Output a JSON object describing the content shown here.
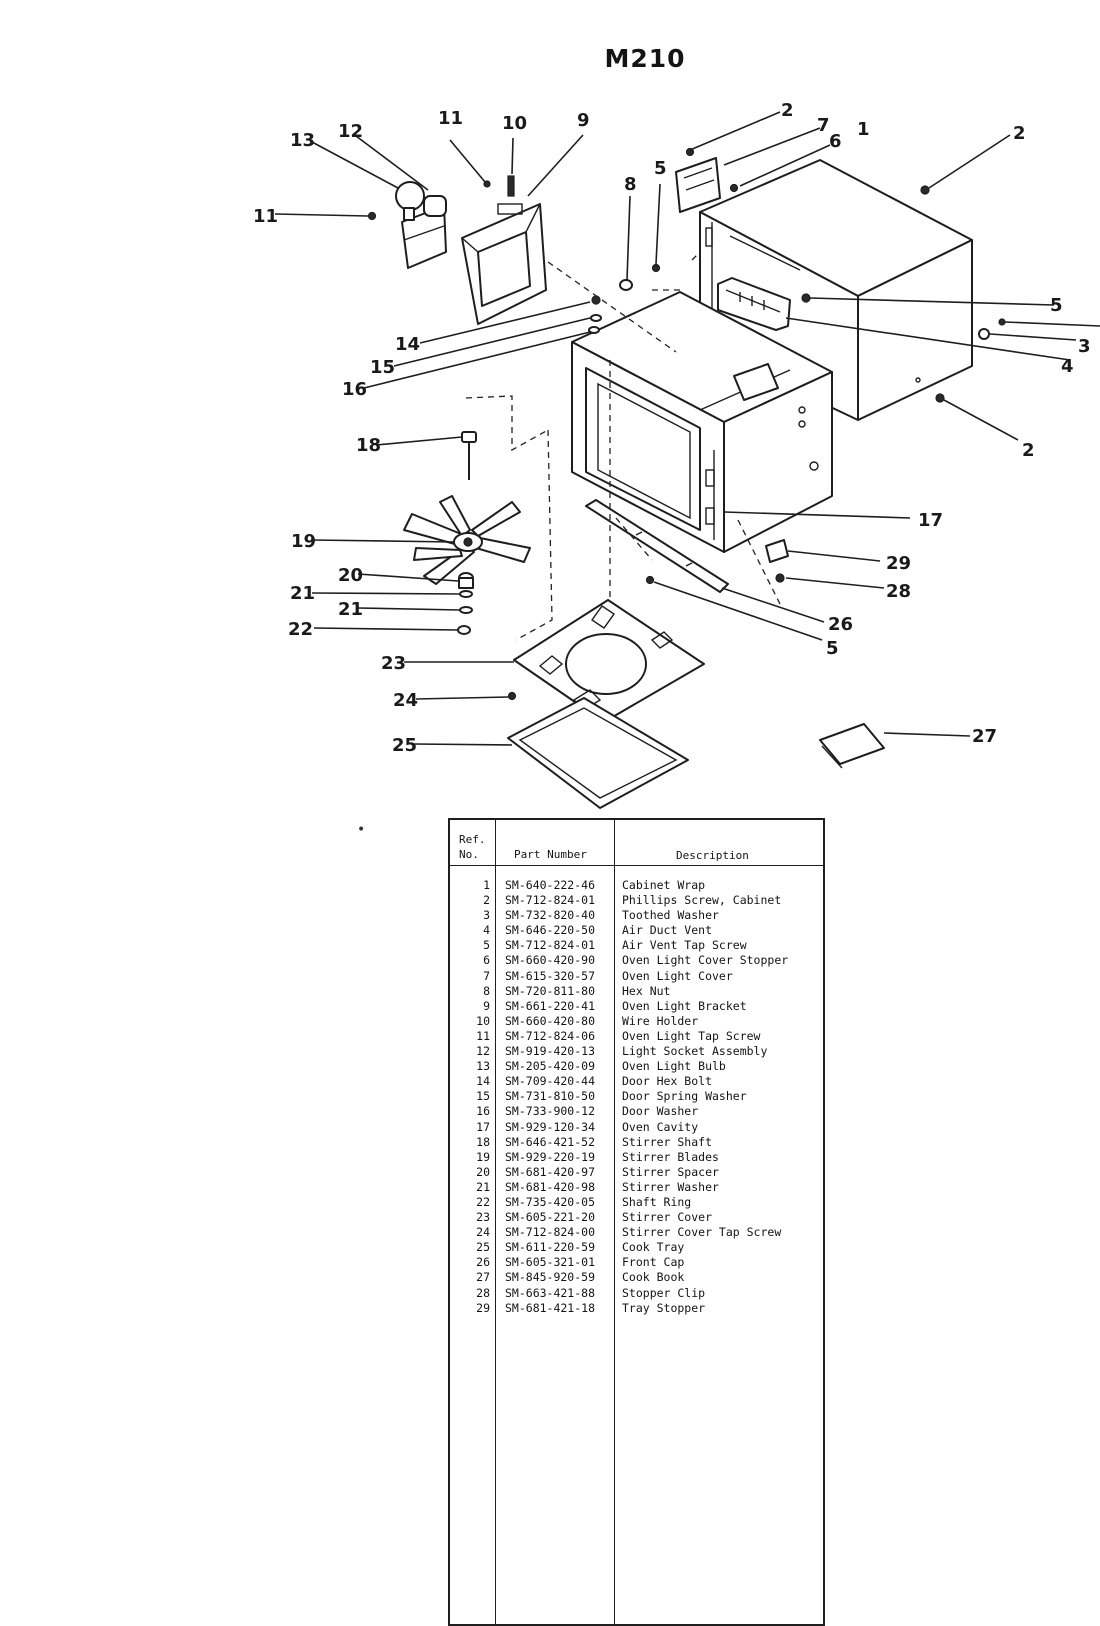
{
  "title": "M210",
  "callouts": [
    "1",
    "2",
    "2",
    "2",
    "3",
    "4",
    "5",
    "5",
    "5",
    "6",
    "7",
    "8",
    "9",
    "10",
    "11",
    "11",
    "12",
    "13",
    "14",
    "15",
    "16",
    "17",
    "18",
    "19",
    "20",
    "21",
    "21",
    "22",
    "23",
    "24",
    "25",
    "26",
    "27",
    "28",
    "29"
  ],
  "table": {
    "headers": {
      "ref_line1": "Ref.",
      "ref_line2": "No.",
      "part": "Part Number",
      "desc": "Description"
    },
    "rows": [
      {
        "ref": "1",
        "part": "SM-640-222-46",
        "desc": "Cabinet Wrap"
      },
      {
        "ref": "2",
        "part": "SM-712-824-01",
        "desc": "Phillips Screw, Cabinet"
      },
      {
        "ref": "3",
        "part": "SM-732-820-40",
        "desc": "Toothed Washer"
      },
      {
        "ref": "4",
        "part": "SM-646-220-50",
        "desc": "Air Duct Vent"
      },
      {
        "ref": "5",
        "part": "SM-712-824-01",
        "desc": "Air Vent Tap Screw"
      },
      {
        "ref": "6",
        "part": "SM-660-420-90",
        "desc": "Oven Light Cover Stopper"
      },
      {
        "ref": "7",
        "part": "SM-615-320-57",
        "desc": "Oven Light Cover"
      },
      {
        "ref": "8",
        "part": "SM-720-811-80",
        "desc": "Hex Nut"
      },
      {
        "ref": "9",
        "part": "SM-661-220-41",
        "desc": "Oven Light Bracket"
      },
      {
        "ref": "10",
        "part": "SM-660-420-80",
        "desc": "Wire Holder"
      },
      {
        "ref": "11",
        "part": "SM-712-824-06",
        "desc": "Oven Light Tap Screw"
      },
      {
        "ref": "12",
        "part": "SM-919-420-13",
        "desc": "Light Socket Assembly"
      },
      {
        "ref": "13",
        "part": "SM-205-420-09",
        "desc": "Oven Light Bulb"
      },
      {
        "ref": "14",
        "part": "SM-709-420-44",
        "desc": "Door Hex Bolt"
      },
      {
        "ref": "15",
        "part": "SM-731-810-50",
        "desc": "Door Spring Washer"
      },
      {
        "ref": "16",
        "part": "SM-733-900-12",
        "desc": "Door Washer"
      },
      {
        "ref": "17",
        "part": "SM-929-120-34",
        "desc": "Oven Cavity"
      },
      {
        "ref": "18",
        "part": "SM-646-421-52",
        "desc": "Stirrer Shaft"
      },
      {
        "ref": "19",
        "part": "SM-929-220-19",
        "desc": "Stirrer Blades"
      },
      {
        "ref": "20",
        "part": "SM-681-420-97",
        "desc": "Stirrer Spacer"
      },
      {
        "ref": "21",
        "part": "SM-681-420-98",
        "desc": "Stirrer Washer"
      },
      {
        "ref": "22",
        "part": "SM-735-420-05",
        "desc": "Shaft Ring"
      },
      {
        "ref": "23",
        "part": "SM-605-221-20",
        "desc": "Stirrer Cover"
      },
      {
        "ref": "24",
        "part": "SM-712-824-00",
        "desc": "Stirrer Cover Tap Screw"
      },
      {
        "ref": "25",
        "part": "SM-611-220-59",
        "desc": "Cook Tray"
      },
      {
        "ref": "26",
        "part": "SM-605-321-01",
        "desc": "Front Cap"
      },
      {
        "ref": "27",
        "part": "SM-845-920-59",
        "desc": "Cook Book"
      },
      {
        "ref": "28",
        "part": "SM-663-421-88",
        "desc": "Stopper Clip"
      },
      {
        "ref": "29",
        "part": "SM-681-421-18",
        "desc": "Tray Stopper"
      }
    ]
  }
}
